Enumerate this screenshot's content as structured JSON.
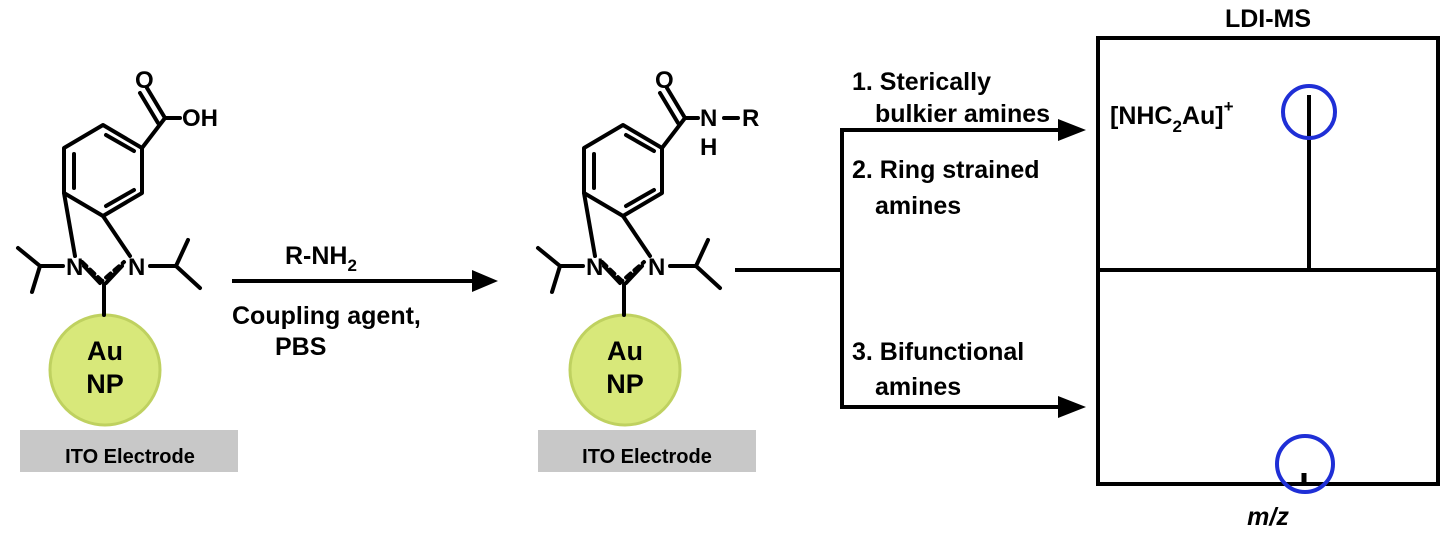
{
  "left_molecule": {
    "electrode_label": "ITO Electrode",
    "particle_label_line1": "Au",
    "particle_label_line2": "NP",
    "atoms": {
      "carbonyl_o": "O",
      "hydroxyl": "OH",
      "n_left": "N",
      "n_right": "N"
    },
    "colors": {
      "particle": "#d8e87a",
      "electrode": "#c8c8c8"
    }
  },
  "reaction": {
    "reagent": "R-NH",
    "reagent_subscript": "2",
    "conditions_line1": "Coupling agent,",
    "conditions_line2": "PBS"
  },
  "right_molecule": {
    "electrode_label": "ITO Electrode",
    "particle_label_line1": "Au",
    "particle_label_line2": "NP",
    "atoms": {
      "carbonyl_o": "O",
      "amide_n": "N",
      "amide_h": "H",
      "r_group": "R",
      "n_left": "N",
      "n_right": "N"
    }
  },
  "branches": {
    "b1_line1": "1. Sterically",
    "b1_line2": "bulkier amines",
    "b2_line1": "2. Ring strained",
    "b2_line2": "amines",
    "b3_line1": "3. Bifunctional",
    "b3_line2": "amines"
  },
  "ms_panel": {
    "title": "LDI-MS",
    "ion_label_main": "[NHC",
    "ion_label_sub": "2",
    "ion_label_end": "Au]",
    "ion_label_sup": "+",
    "xaxis_label": "m/z",
    "colors": {
      "highlight_circle": "#1f2fd6"
    }
  }
}
